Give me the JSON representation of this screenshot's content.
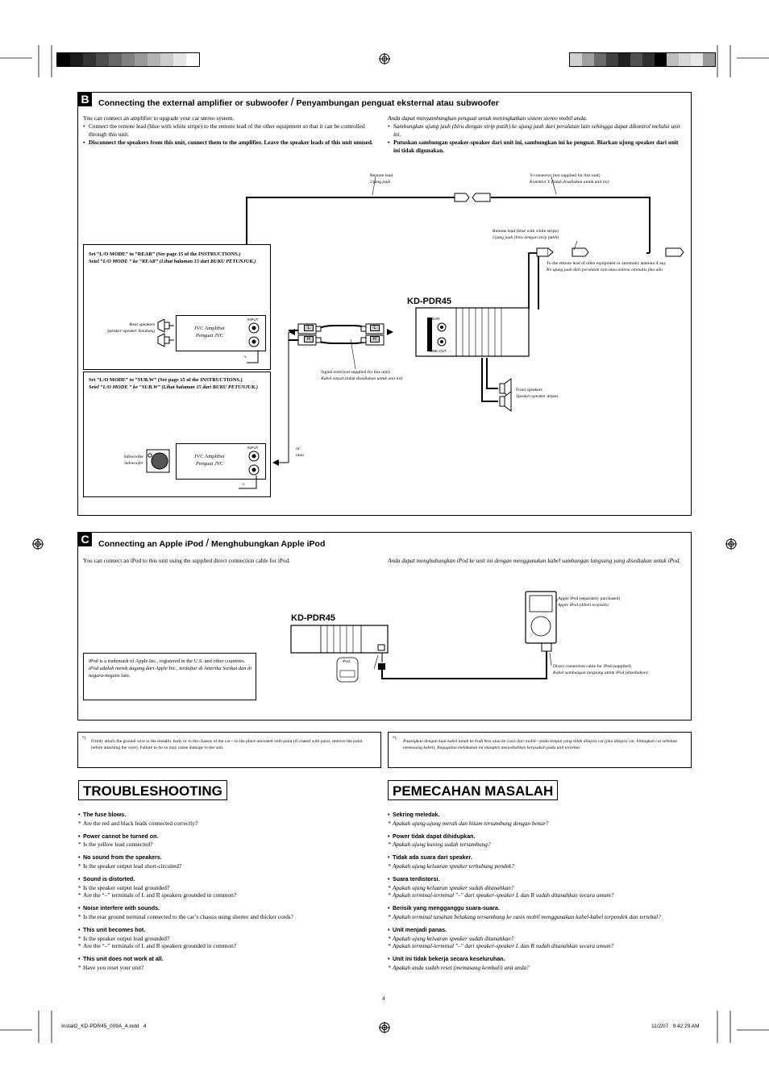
{
  "section_b": {
    "tag": "B",
    "title": "Connecting the external amplifier or subwoofer",
    "title_sep": "/",
    "title_id": "Penyambungan penguat eksternal atau subwoofer",
    "en_intro": "You can connect an amplifier to upgrade your car stereo system.",
    "en_bullets": [
      "Connect the remote lead (blue with white stripe) to the remote lead of the other equipment so that it can be controlled through this unit.",
      "Disconnect the speakers from this unit, connect them to the amplifier. Leave the speaker leads of this unit unused."
    ],
    "id_intro": "Anda dapat menyambungkan penguat untuk meningkatkan sistem stereo mobil anda.",
    "id_bullets": [
      "Sambungkan ujung jauh (biru dengan strip putih) ke ujung jauh dari peralatan lain sehingga dapat dikontrol melalui unit ini.",
      "Putuskan sambungan speaker-speaker dari unit ini, sambungkan ini ke penguat. Biarkan ujung speaker dari unit ini tidak digunakan."
    ],
    "remote_lead": "Remote lead",
    "remote_lead_id": "Ujung jauh",
    "y_connector": "Y-connector (not supplied for this unit)",
    "y_connector_id": "Konektor Y (tidak disediakan untuk unit ini)",
    "remote_lead_blue": "Remote lead (blue with white stripe)",
    "remote_lead_blue_id": "Ujung jauh (biru dengan strip putih)",
    "to_remote": "To the remote lead of other equipment or automatic antenna if any",
    "to_remote_id": "Ke ujung jauh dari peralatan lain atau antena otomatis jika ada",
    "model": "KD-PDR45",
    "rear_label": "REAR",
    "lineout_label": "LINE OUT",
    "signal_cord": "Signal cord (not supplied for this unit)",
    "signal_cord_id": "Kabel sinyal (tidak disediakan untuk unit ini)",
    "front_speakers": "Front speakers",
    "front_speakers_id": "Speaker-speaker depan",
    "plug_l": "L",
    "plug_r": "R",
    "rear_mode": "Set “L/O MODE” to “REAR” (See page 15 of the INSTRUCTIONS.)",
    "rear_mode_id": "Setel “L/O MODE ” ke “REAR” (Lihat halaman 15 dari BUKU PETUNJUK.)",
    "rear_speakers": "Rear speakers",
    "rear_speakers_id": "Speaker-speaker belakang",
    "jvc_amp": "JVC Amplifier",
    "jvc_amp_id": "Penguat JVC",
    "input": "INPUT",
    "sub_mode": "Set “L/O MODE” to “SUB.W” (See page 15 of the INSTRUCTIONS.)",
    "sub_mode_id": "Setel “L/O MODE ” ke “SUB.W” (Lihat halaman 15 dari BUKU PETUNJUK.)",
    "subwoofer": "Subwoofer",
    "subwoofer_id": "Subwoofer",
    "or": "or",
    "or_id": "atau",
    "gnd_mark": "*1"
  },
  "section_c": {
    "tag": "C",
    "title": "Connecting an Apple iPod",
    "title_sep": "/",
    "title_id": "Menghubungkan Apple iPod",
    "en_text": "You can connect an iPod to this unit using the supplied direct connection cable for iPod.",
    "id_text": "Anda dapat menghubungkan iPod ke unit ini dengan menggunakan kabel sambungan langsung yang disediakan untuk iPod.",
    "model": "KD-PDR45",
    "ipod_label": "iPod",
    "trademark": "iPod is a trademark of Apple Inc., registered in the U.S. and other countries.",
    "trademark_id": "iPod adalah merek dagang dari Apple Inc., terdaftar di Amerika Serikat dan di negara-negara lain.",
    "apple_ipod": "Apple iPod (separately purchased)",
    "apple_ipod_id": "Apple iPod (dibeli terpisah)",
    "direct_cable": "Direct connection cable for iPod (supplied)",
    "direct_cable_id": "Kabel sambungan langsung untuk iPod (disediakan)"
  },
  "footnote": {
    "mark": "*1",
    "en": "Firmly attach the ground wire to the metallic body or to the chassis of the car—to the place uncoated with paint (if coated with paint, remove the paint before attaching the wire). Failure to do so may cause damage to the unit.",
    "id": "Pasangkan dengan kuat kabel tanah ke bodi besi atau ke casis dari mobil—pada tempat yang tidak dilapisi cat (jika dilapisi cat, hilangkan cat sebelum memasang kabel). Kegagalan melakukan ini mungkin menyebabkan kerusakan pada unit tersebut."
  },
  "troubleshooting": {
    "title": "TROUBLESHOOTING",
    "items": [
      {
        "symptom": "The fuse blows.",
        "checks": [
          "Are the red and black leads connected correctly?"
        ]
      },
      {
        "symptom": "Power cannot be turned on.",
        "checks": [
          "Is the yellow lead connected?"
        ]
      },
      {
        "symptom": "No sound from the speakers.",
        "checks": [
          "Is the speaker output lead short-circuited?"
        ]
      },
      {
        "symptom": "Sound is distorted.",
        "checks": [
          "Is the speaker output lead grounded?",
          "Are the “–” terminals of L and R speakers grounded in common?"
        ]
      },
      {
        "symptom": "Noise interfere with sounds.",
        "checks": [
          "Is the rear ground terminal connected to the car’s chassis using shorter and thicker cords?"
        ]
      },
      {
        "symptom": "This unit becomes hot.",
        "checks": [
          "Is the speaker output lead grounded?",
          "Are the “–” terminals of L and R speakers grounded in common?"
        ]
      },
      {
        "symptom": "This unit does not work at all.",
        "checks": [
          "Have you reset your unit?"
        ]
      }
    ]
  },
  "pemecahan": {
    "title": "PEMECAHAN MASALAH",
    "items": [
      {
        "symptom": "Sekring meledak.",
        "checks": [
          "Apakah ujung-ujung merah dan hitam tersambung dengan benar?"
        ]
      },
      {
        "symptom": "Power tidak dapat dihidupkan.",
        "checks": [
          "Apakah ujung kuning sudah tersambung?"
        ]
      },
      {
        "symptom": "Tidak ada suara dari speaker.",
        "checks": [
          "Apakah ujung keluaran speaker terhubung pendek?"
        ]
      },
      {
        "symptom": "Suara terdistorsi.",
        "checks": [
          "Apakah ujung keluaran speaker sudah ditanahkan?",
          "Apakah terminal-terminal \"–\" dari speaker-speaker L dan R sudah ditanahkan secara umum?"
        ]
      },
      {
        "symptom": "Berisik yang mengganggu suara-suara.",
        "checks": [
          "Apakah terminal tanahan belakang tersambung ke casis mobil menggunakan kabel-kabel terpendek dan tertebal?"
        ]
      },
      {
        "symptom": "Unit menjadi panas.",
        "checks": [
          "Apakah ujung keluaran speaker sudah ditanahkan?",
          "Apakah terminal-terminal \"–\" dari speaker-speaker L dan R sudah ditanahkan secara umum?"
        ]
      },
      {
        "symptom": "Unit ini tidak bekerja secara keseluruhan.",
        "checks": [
          "Apakah anda sudah reset (memasang kembali) unit anda?"
        ]
      }
    ]
  },
  "page_number": "4",
  "footer": {
    "file": "Install2_KD-PDR45_009A_4.indd   4",
    "date": "11/2/07   9:42:29 AM"
  },
  "colors": {
    "ink": "#000000",
    "bar_left": [
      "#000000",
      "#1a1a1a",
      "#333333",
      "#4d4d4d",
      "#666666",
      "#808080",
      "#999999",
      "#b3b3b3",
      "#cccccc",
      "#e6e6e6",
      "#ffffff"
    ],
    "bar_right": [
      "#d0d0d0",
      "#a0a0a0",
      "#6a6a6a",
      "#404040",
      "#202020",
      "#505050",
      "#303030",
      "#000000",
      "#bdbdbd",
      "#d8d8d8",
      "#e8e8e8",
      "#9a9a9a"
    ]
  }
}
